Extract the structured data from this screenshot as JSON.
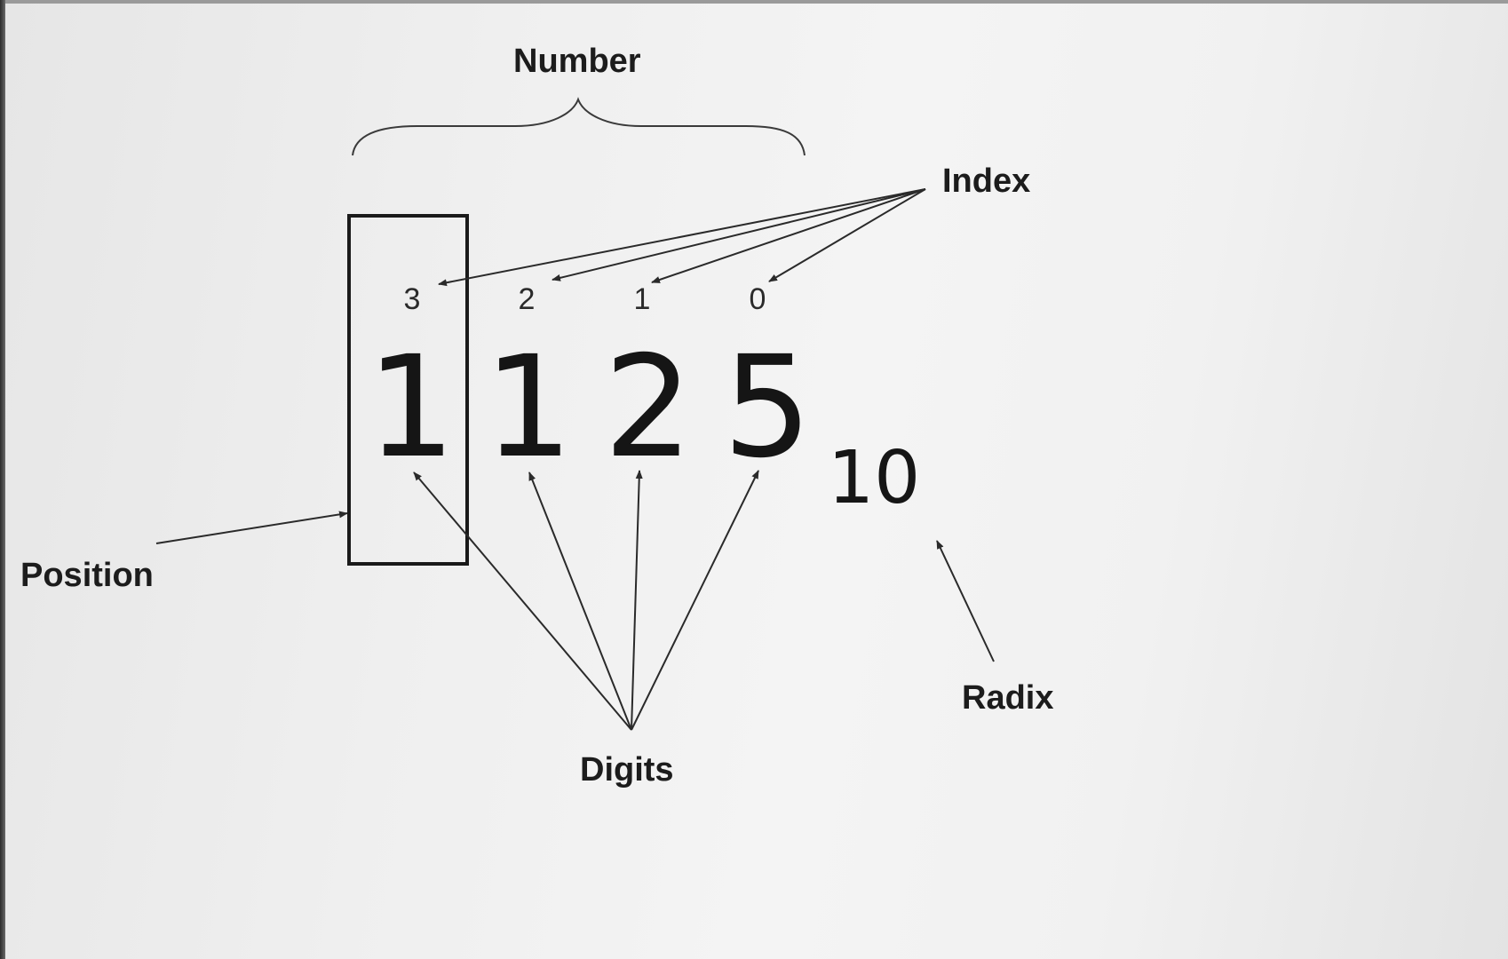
{
  "labels": {
    "number": "Number",
    "index": "Index",
    "position": "Position",
    "digits": "Digits",
    "radix": "Radix"
  },
  "indices": [
    "3",
    "2",
    "1",
    "0"
  ],
  "digits": [
    "1",
    "1",
    "2",
    "5"
  ],
  "radix_value": "10"
}
